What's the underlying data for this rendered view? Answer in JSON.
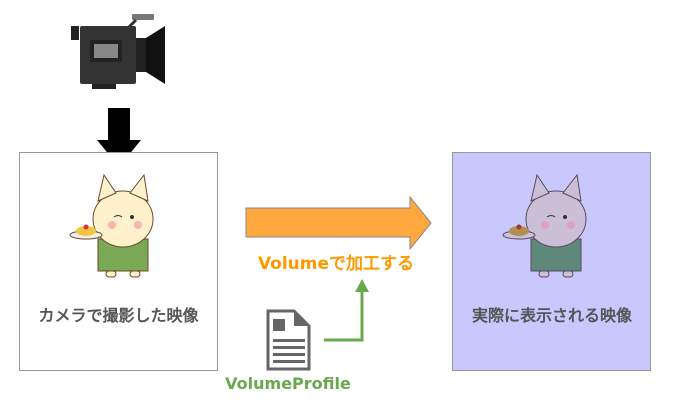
{
  "source_label": "カメラで撮影した映像",
  "result_label": "実際に表示される映像",
  "process_label": "Volumeで加工する",
  "profile_label": "VolumeProfile",
  "icons": [
    "video-camera-icon",
    "down-arrow-icon",
    "document-icon"
  ],
  "colors": {
    "process_arrow": "#FFA83F",
    "process_text": "#FF9900",
    "profile": "#6AA84F",
    "result_background": "#C8C8FF",
    "label_text": "#555555"
  }
}
